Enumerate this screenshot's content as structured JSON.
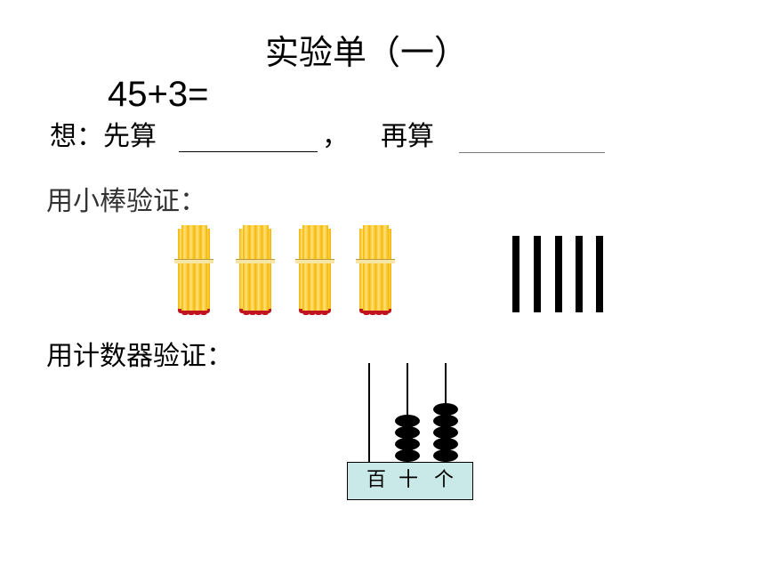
{
  "worksheet": {
    "title": "实验单（一）",
    "equation": "45+3=",
    "think": {
      "label": "想：",
      "first": "先算",
      "separator": "，",
      "then": "再算"
    }
  },
  "sticks_section": {
    "label": "用小棒验证：",
    "bundles_of_ten": 4,
    "single_sticks": 5,
    "colors": {
      "stick_gold": "#f6b400",
      "stick_highlight": "#ffe27a",
      "stick_end": "#c1121f",
      "tie": "#f5e6a6",
      "single_stick": "#000000"
    }
  },
  "counter_section": {
    "label": "用计数器验证：",
    "places": [
      "百",
      "十",
      "个"
    ],
    "beads": {
      "hundreds": 0,
      "tens": 4,
      "ones": 5
    },
    "colors": {
      "base": "#c9e8e8",
      "bead": "#000000"
    }
  }
}
